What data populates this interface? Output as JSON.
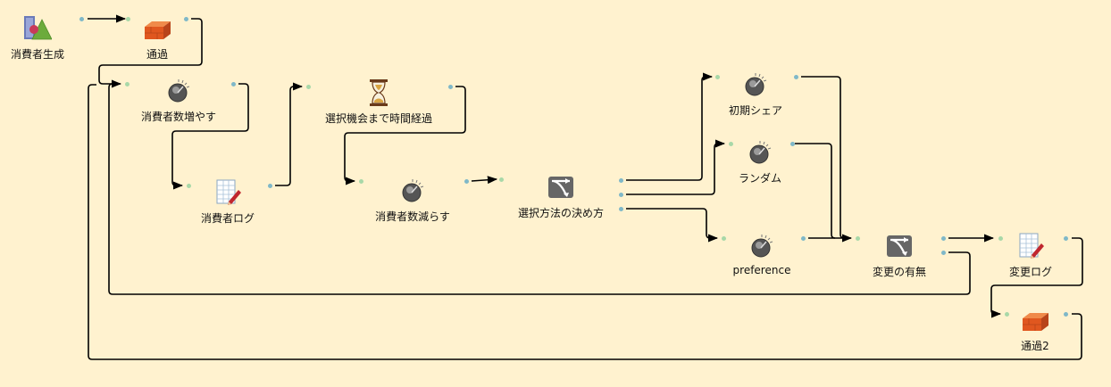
{
  "colors": {
    "background": "#fff2cf",
    "wire": "#000000",
    "in_port": "#a8d8a8",
    "out_port": "#7fb8c8"
  },
  "nodes": [
    {
      "id": "source",
      "label": "消費者生成",
      "icon": "source-icon"
    },
    {
      "id": "pass1",
      "label": "通過",
      "icon": "brick-icon"
    },
    {
      "id": "inc",
      "label": "消費者数増やす",
      "icon": "dial-icon"
    },
    {
      "id": "wait",
      "label": "選択機会まで時間経過",
      "icon": "hourglass-icon"
    },
    {
      "id": "log1",
      "label": "消費者ログ",
      "icon": "log-icon"
    },
    {
      "id": "dec",
      "label": "消費者数減らす",
      "icon": "dial-icon"
    },
    {
      "id": "sel",
      "label": "選択方法の決め方",
      "icon": "branch-icon"
    },
    {
      "id": "init",
      "label": "初期シェア",
      "icon": "dial-icon"
    },
    {
      "id": "rand",
      "label": "ランダム",
      "icon": "dial-icon"
    },
    {
      "id": "pref",
      "label": "preference",
      "icon": "dial-icon"
    },
    {
      "id": "chg",
      "label": "変更の有無",
      "icon": "branch-icon"
    },
    {
      "id": "log2",
      "label": "変更ログ",
      "icon": "log-icon"
    },
    {
      "id": "pass2",
      "label": "通過2",
      "icon": "brick-icon"
    }
  ],
  "connections": [
    [
      "source",
      "pass1"
    ],
    [
      "pass1",
      "inc"
    ],
    [
      "inc",
      "log1"
    ],
    [
      "log1",
      "wait"
    ],
    [
      "wait",
      "dec"
    ],
    [
      "dec",
      "sel"
    ],
    [
      "sel",
      "init"
    ],
    [
      "sel",
      "rand"
    ],
    [
      "sel",
      "pref"
    ],
    [
      "init",
      "chg"
    ],
    [
      "rand",
      "chg"
    ],
    [
      "pref",
      "chg"
    ],
    [
      "chg",
      "log2"
    ],
    [
      "chg",
      "inc"
    ],
    [
      "log2",
      "pass2"
    ],
    [
      "pass2",
      "inc"
    ]
  ]
}
